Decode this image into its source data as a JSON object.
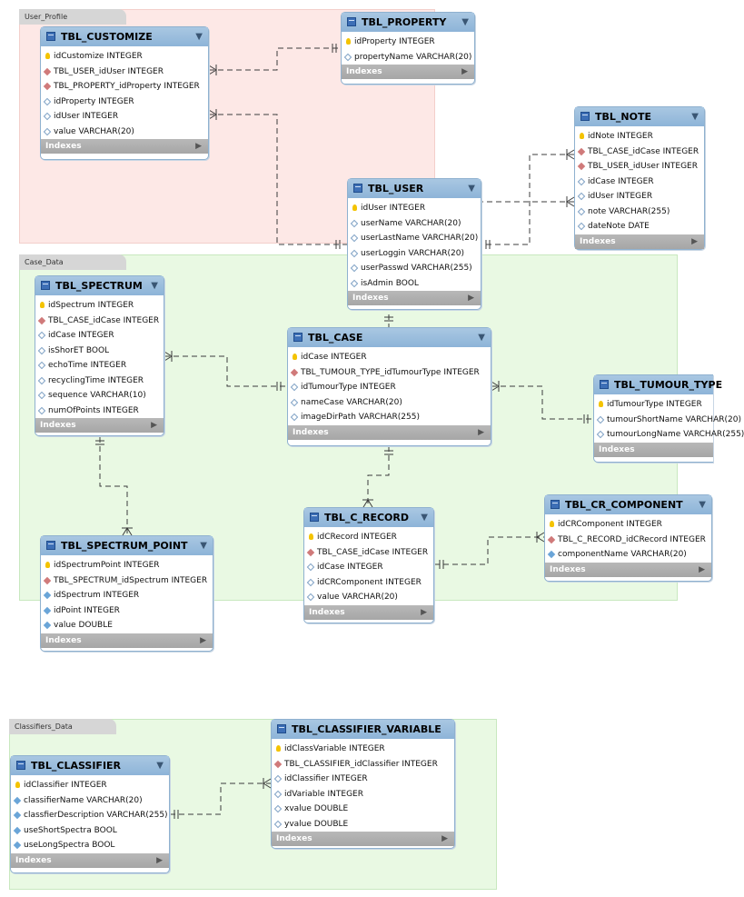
{
  "regions": {
    "user_profile": {
      "label": "User_Profile",
      "bg": "#fde8e6",
      "border": "#f3cfcb"
    },
    "case_data": {
      "label": "Case_Data",
      "bg": "#e9f9e3",
      "border": "#c8e8bf"
    },
    "classifiers_data": {
      "label": "Classifiers_Data",
      "bg": "#e9f9e3",
      "border": "#c8e8bf"
    }
  },
  "arrow": "▼",
  "indexes_arrow": "▶",
  "tables": {
    "customize": {
      "title": "TBL_CUSTOMIZE",
      "indexes": "Indexes",
      "columns": [
        "idCustomize INTEGER",
        "TBL_USER_idUser INTEGER",
        "TBL_PROPERTY_idProperty INTEGER",
        "idProperty INTEGER",
        "idUser INTEGER",
        "value VARCHAR(20)"
      ]
    },
    "property": {
      "title": "TBL_PROPERTY",
      "indexes": "Indexes",
      "columns": [
        "idProperty INTEGER",
        "propertyName VARCHAR(20)"
      ]
    },
    "note": {
      "title": "TBL_NOTE",
      "indexes": "Indexes",
      "columns": [
        "idNote INTEGER",
        "TBL_CASE_idCase INTEGER",
        "TBL_USER_idUser INTEGER",
        "idCase INTEGER",
        "idUser INTEGER",
        "note VARCHAR(255)",
        "dateNote DATE"
      ]
    },
    "user": {
      "title": "TBL_USER",
      "indexes": "Indexes",
      "columns": [
        "idUser INTEGER",
        "userName VARCHAR(20)",
        "userLastName VARCHAR(20)",
        "userLoggin VARCHAR(20)",
        "userPasswd VARCHAR(255)",
        "isAdmin BOOL"
      ]
    },
    "spectrum": {
      "title": "TBL_SPECTRUM",
      "indexes": "Indexes",
      "columns": [
        "idSpectrum INTEGER",
        "TBL_CASE_idCase INTEGER",
        "idCase INTEGER",
        "isShorET BOOL",
        "echoTime INTEGER",
        "recyclingTime INTEGER",
        "sequence VARCHAR(10)",
        "numOfPoints INTEGER"
      ]
    },
    "case": {
      "title": "TBL_CASE",
      "indexes": "Indexes",
      "columns": [
        "idCase INTEGER",
        "TBL_TUMOUR_TYPE_idTumourType INTEGER",
        "idTumourType INTEGER",
        "nameCase VARCHAR(20)",
        "imageDirPath VARCHAR(255)"
      ]
    },
    "tumour_type": {
      "title": "TBL_TUMOUR_TYPE",
      "indexes": "Indexes",
      "columns": [
        "idTumourType INTEGER",
        "tumourShortName VARCHAR(20)",
        "tumourLongName VARCHAR(255)"
      ]
    },
    "cr_component": {
      "title": "TBL_CR_COMPONENT",
      "indexes": "Indexes",
      "columns": [
        "idCRComponent INTEGER",
        "TBL_C_RECORD_idCRecord INTEGER",
        "componentName VARCHAR(20)"
      ]
    },
    "c_record": {
      "title": "TBL_C_RECORD",
      "indexes": "Indexes",
      "columns": [
        "idCRecord INTEGER",
        "TBL_CASE_idCase INTEGER",
        "idCase INTEGER",
        "idCRComponent INTEGER",
        "value VARCHAR(20)"
      ]
    },
    "spectrum_point": {
      "title": "TBL_SPECTRUM_POINT",
      "indexes": "Indexes",
      "columns": [
        "idSpectrumPoint INTEGER",
        "TBL_SPECTRUM_idSpectrum INTEGER",
        "idSpectrum INTEGER",
        "idPoint INTEGER",
        "value DOUBLE"
      ]
    },
    "classifier_variable": {
      "title": "TBL_CLASSIFIER_VARIABLE",
      "indexes": "Indexes",
      "columns": [
        "idClassVariable INTEGER",
        "TBL_CLASSIFIER_idClassifier INTEGER",
        "idClassifier INTEGER",
        "idVariable INTEGER",
        "xvalue DOUBLE",
        "yvalue DOUBLE"
      ]
    },
    "classifier": {
      "title": "TBL_CLASSIFIER",
      "indexes": "Indexes",
      "columns": [
        "idClassifier INTEGER",
        "classifierName VARCHAR(20)",
        "classfierDescription VARCHAR(255)",
        "useShortSpectra BOOL",
        "useLongSpectra BOOL"
      ]
    }
  }
}
